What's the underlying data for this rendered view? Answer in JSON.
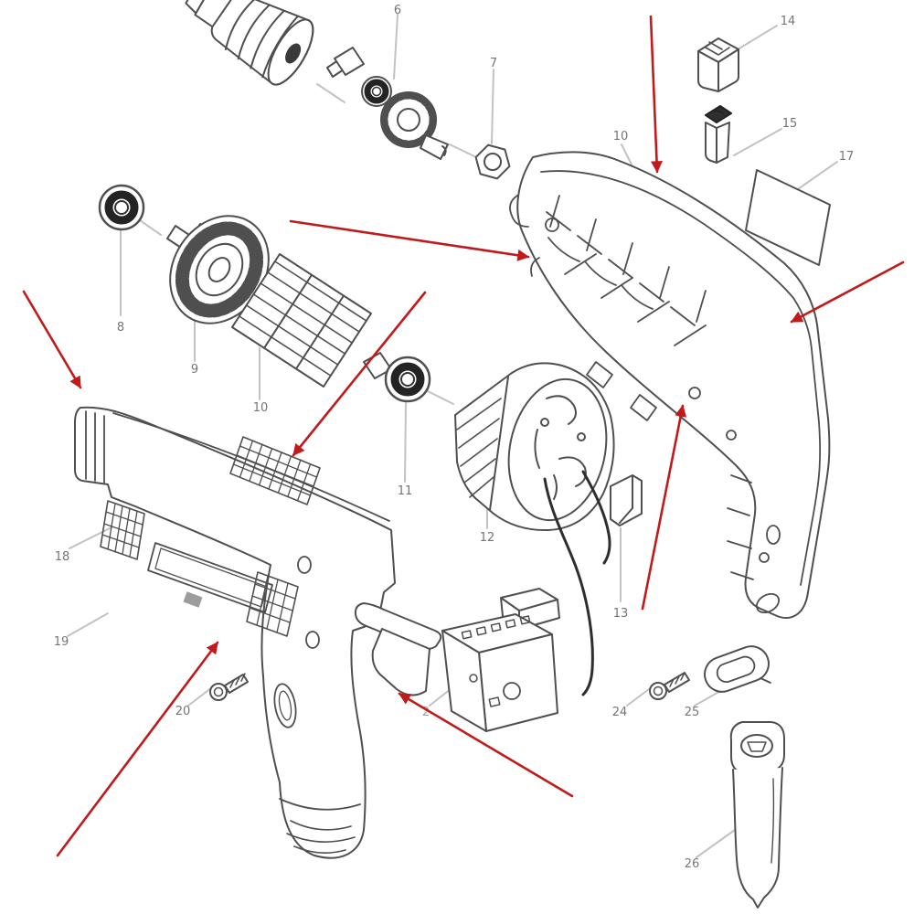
{
  "diagram": {
    "type": "exploded-parts-diagram",
    "subject": "electric power drill (pistol-grip) exploded view with numbered parts and red annotation arrows",
    "background": "#ffffff"
  },
  "colors": {
    "line": "#4f4f4f",
    "leader": "#c2c2c2",
    "label_text": "#757575",
    "annotation_arrow": "#c21a1a",
    "dark_detail": "#262626"
  },
  "part_labels": [
    {
      "part": "spindle-gear-assembly",
      "text": "6"
    },
    {
      "part": "hex-nut",
      "text": "7"
    },
    {
      "part": "housing-right-half",
      "text": "10"
    },
    {
      "part": "knob-block",
      "text": "14"
    },
    {
      "part": "carbon-brush",
      "text": "15"
    },
    {
      "part": "name-plate",
      "text": "17"
    },
    {
      "part": "front-ball-bearing",
      "text": "8"
    },
    {
      "part": "fan",
      "text": "9"
    },
    {
      "part": "armature",
      "text": "10"
    },
    {
      "part": "rear-ball-bearing",
      "text": "11"
    },
    {
      "part": "field-stator",
      "text": "12"
    },
    {
      "part": "brush-holder",
      "text": "13"
    },
    {
      "part": "housing-left-half",
      "text": "18"
    },
    {
      "part": "label-plate",
      "text": "19"
    },
    {
      "part": "tapping-screw-front",
      "text": "20"
    },
    {
      "part": "switch",
      "text": "2"
    },
    {
      "part": "tapping-screw-rear",
      "text": "24"
    },
    {
      "part": "clip-plate",
      "text": "25"
    },
    {
      "part": "grip-cap",
      "text": "26"
    }
  ],
  "annotations": {
    "red_arrow_count": 8,
    "description": "hand-drawn red pointer arrows overlaid on the diagram"
  }
}
